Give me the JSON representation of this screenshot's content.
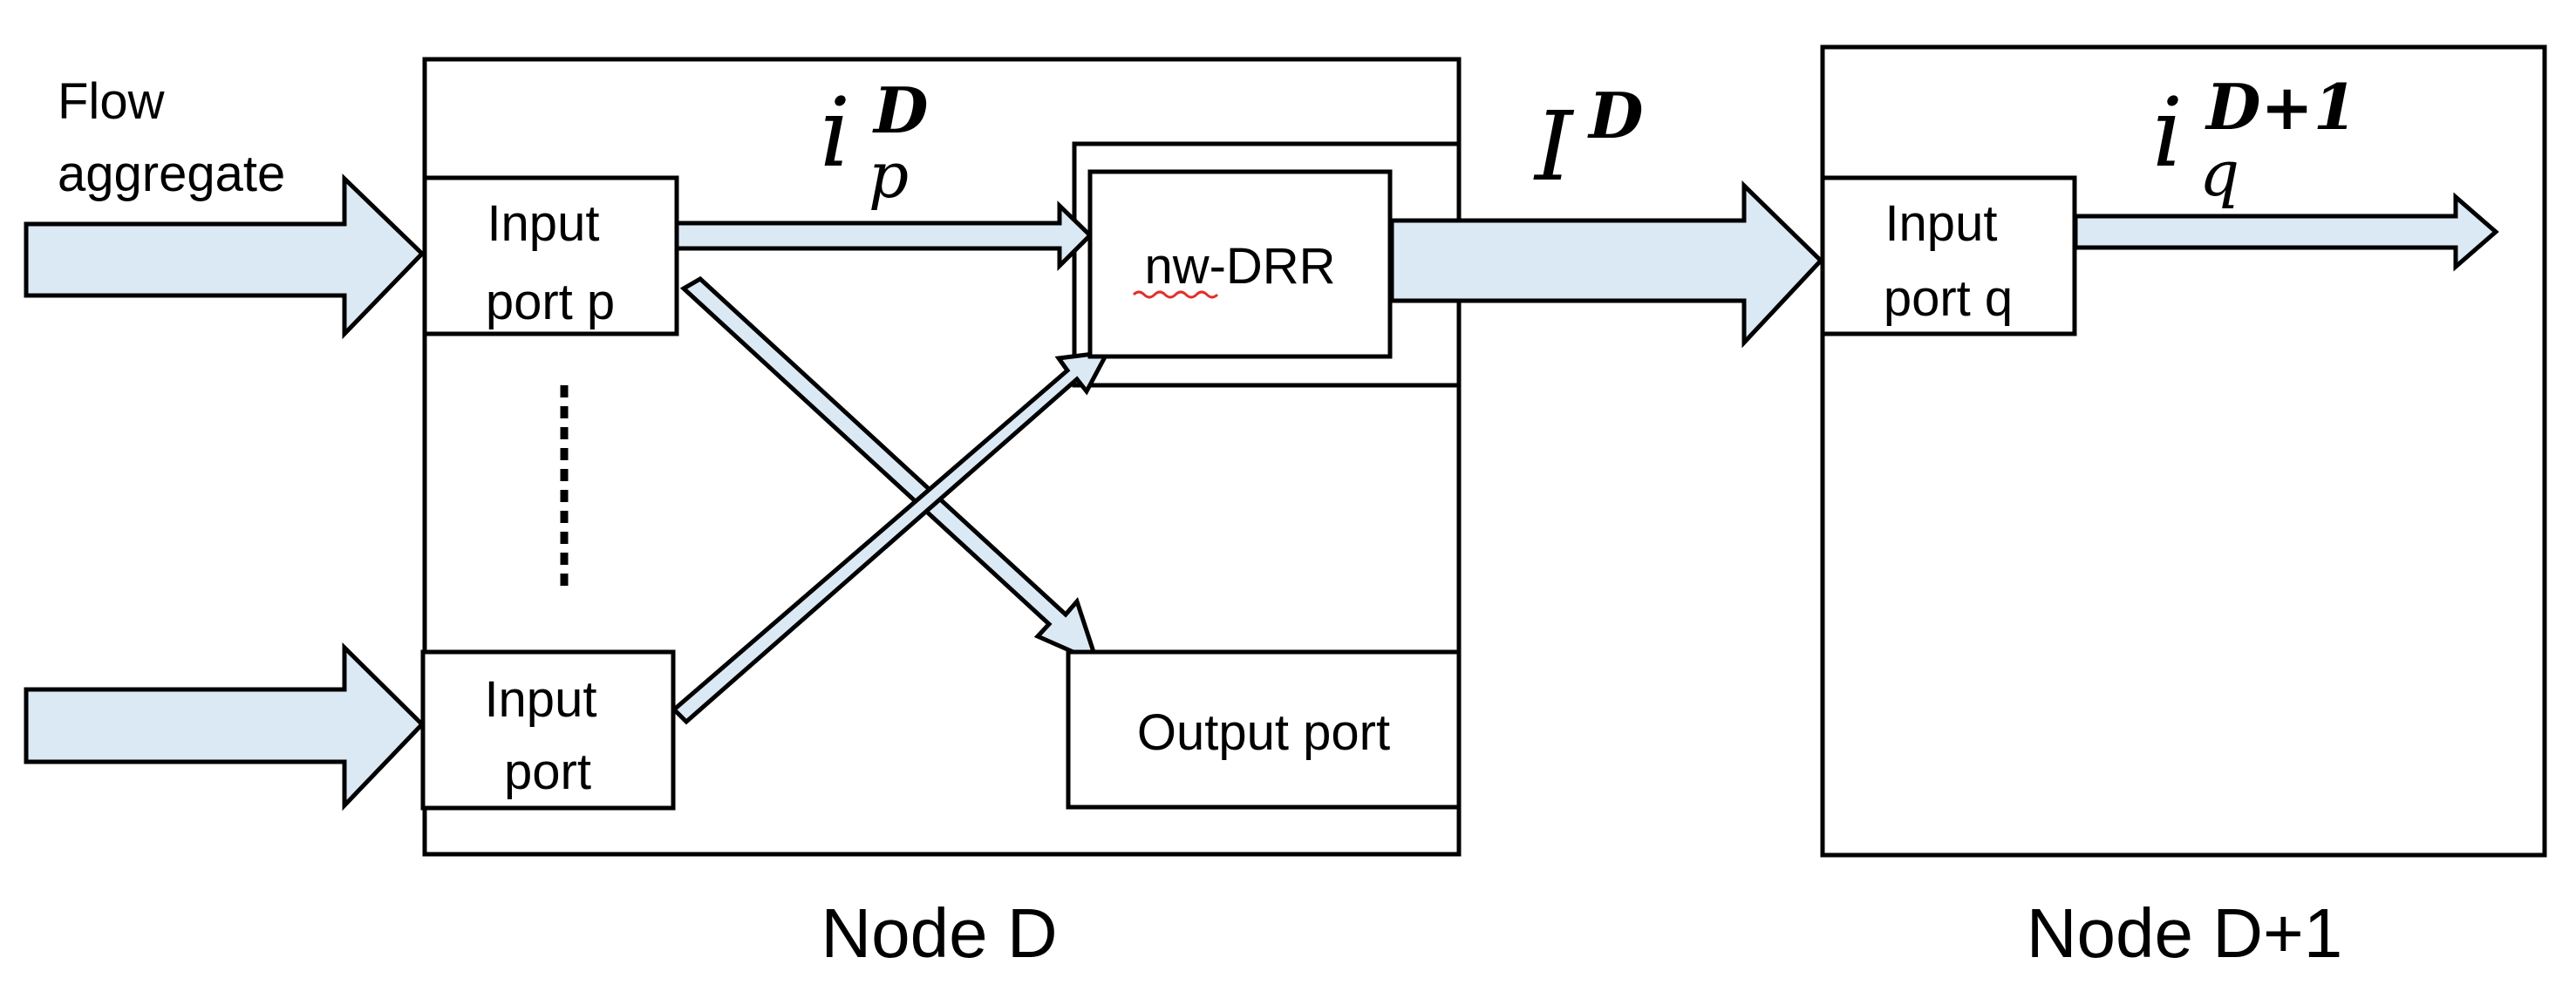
{
  "flow_aggregate": [
    "Flow",
    "aggregate"
  ],
  "node_d": {
    "label": "Node D",
    "input_port_p": [
      "Input",
      "port p"
    ],
    "input_port": [
      "Input",
      "port"
    ],
    "scheduler": "nw-DRR",
    "output_port": "Output port"
  },
  "node_d1": {
    "label": "Node D+1",
    "input_port_q": [
      "Input",
      "port q"
    ]
  },
  "math": {
    "i_p_D": {
      "base": "i",
      "sub": "p",
      "sup": "D"
    },
    "I_D": {
      "base": "I",
      "sup": "D"
    },
    "i_q_D1": {
      "base": "i",
      "sub": "q",
      "sup": "D+1"
    }
  },
  "colors": {
    "arrow_fill": "#dbe9f5",
    "stroke": "#000000",
    "spellcheck": "#e0302a"
  }
}
